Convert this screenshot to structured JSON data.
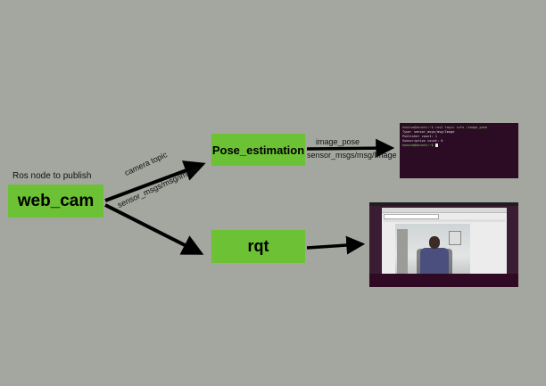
{
  "nodes": {
    "webcam": "web_cam",
    "pose": "Pose_estimation",
    "rqt": "rqt"
  },
  "captions": {
    "publisher": "Ros node to publish"
  },
  "edges": {
    "camera_topic": "camera topic",
    "sensor_image_1": "sensor_msgs/msg/image",
    "image_pose": "image_pose",
    "sensor_image_2": "sensor_msgs/msg/Image"
  },
  "terminal": {
    "lines": [
      "hubino@ubuntu:~$ ros2 topic info /image_pose",
      "Type: sensor_msgs/msg/Image",
      "Publisher count: 1",
      "Subscription count: 0",
      "hubino@ubuntu:~$"
    ]
  },
  "colors": {
    "background": "#a4a79f",
    "node_fill": "#6cc234",
    "terminal_bg": "#2c0b24"
  }
}
